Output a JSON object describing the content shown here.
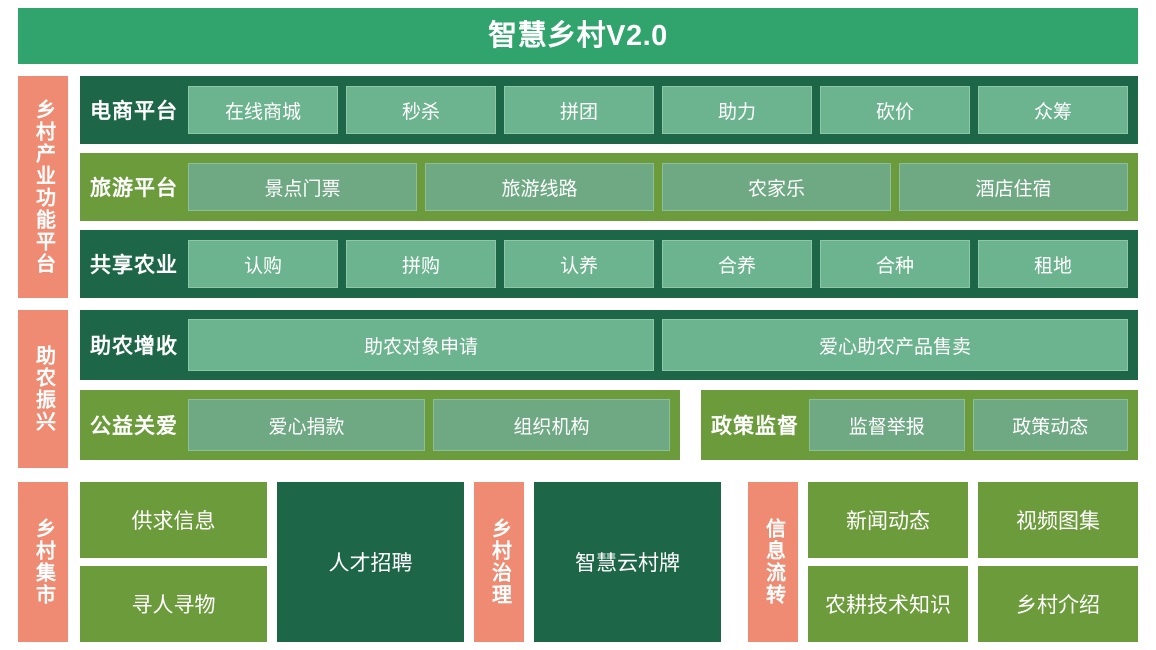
{
  "header": {
    "title": "智慧乡村V2.0"
  },
  "colors": {
    "header_green": "#30a46c",
    "dark_green": "#1e6648",
    "olive_green": "#6b9b3b",
    "salmon": "#ee8b72",
    "tile_green": "#6cb48f",
    "tile_sage": "#6fa984"
  },
  "sections": [
    {
      "sidebar_label": "乡村产业功能平台",
      "rows": [
        {
          "title": "电商平台",
          "style": "dark",
          "tiles": [
            "在线商城",
            "秒杀",
            "拼团",
            "助力",
            "砍价",
            "众筹"
          ]
        },
        {
          "title": "旅游平台",
          "style": "olive",
          "tiles": [
            "景点门票",
            "旅游线路",
            "农家乐",
            "酒店住宿"
          ]
        },
        {
          "title": "共享农业",
          "style": "dark",
          "tiles": [
            "认购",
            "拼购",
            "认养",
            "合养",
            "合种",
            "租地"
          ]
        }
      ]
    },
    {
      "sidebar_label": "助农振兴",
      "rows": [
        {
          "title": "助农增收",
          "style": "dark",
          "tiles": [
            "助农对象申请",
            "爱心助农产品售卖"
          ]
        },
        {
          "title": "公益关爱",
          "style": "olive",
          "tiles": [
            "爱心捐款",
            "组织机构"
          ]
        },
        {
          "title": "政策监督",
          "style": "olive",
          "tiles": [
            "监督举报",
            "政策动态"
          ]
        }
      ]
    }
  ],
  "bottom": {
    "market": {
      "sidebar_label": "乡村集市",
      "tiles": [
        "供求信息",
        "寻人寻物"
      ],
      "feature_tile": "人才招聘"
    },
    "governance": {
      "sidebar_label": "乡村治理",
      "feature_tile": "智慧云村牌"
    },
    "information": {
      "sidebar_label": "信息流转",
      "tiles": [
        "新闻动态",
        "视频图集",
        "农耕技术知识",
        "乡村介绍"
      ]
    }
  }
}
